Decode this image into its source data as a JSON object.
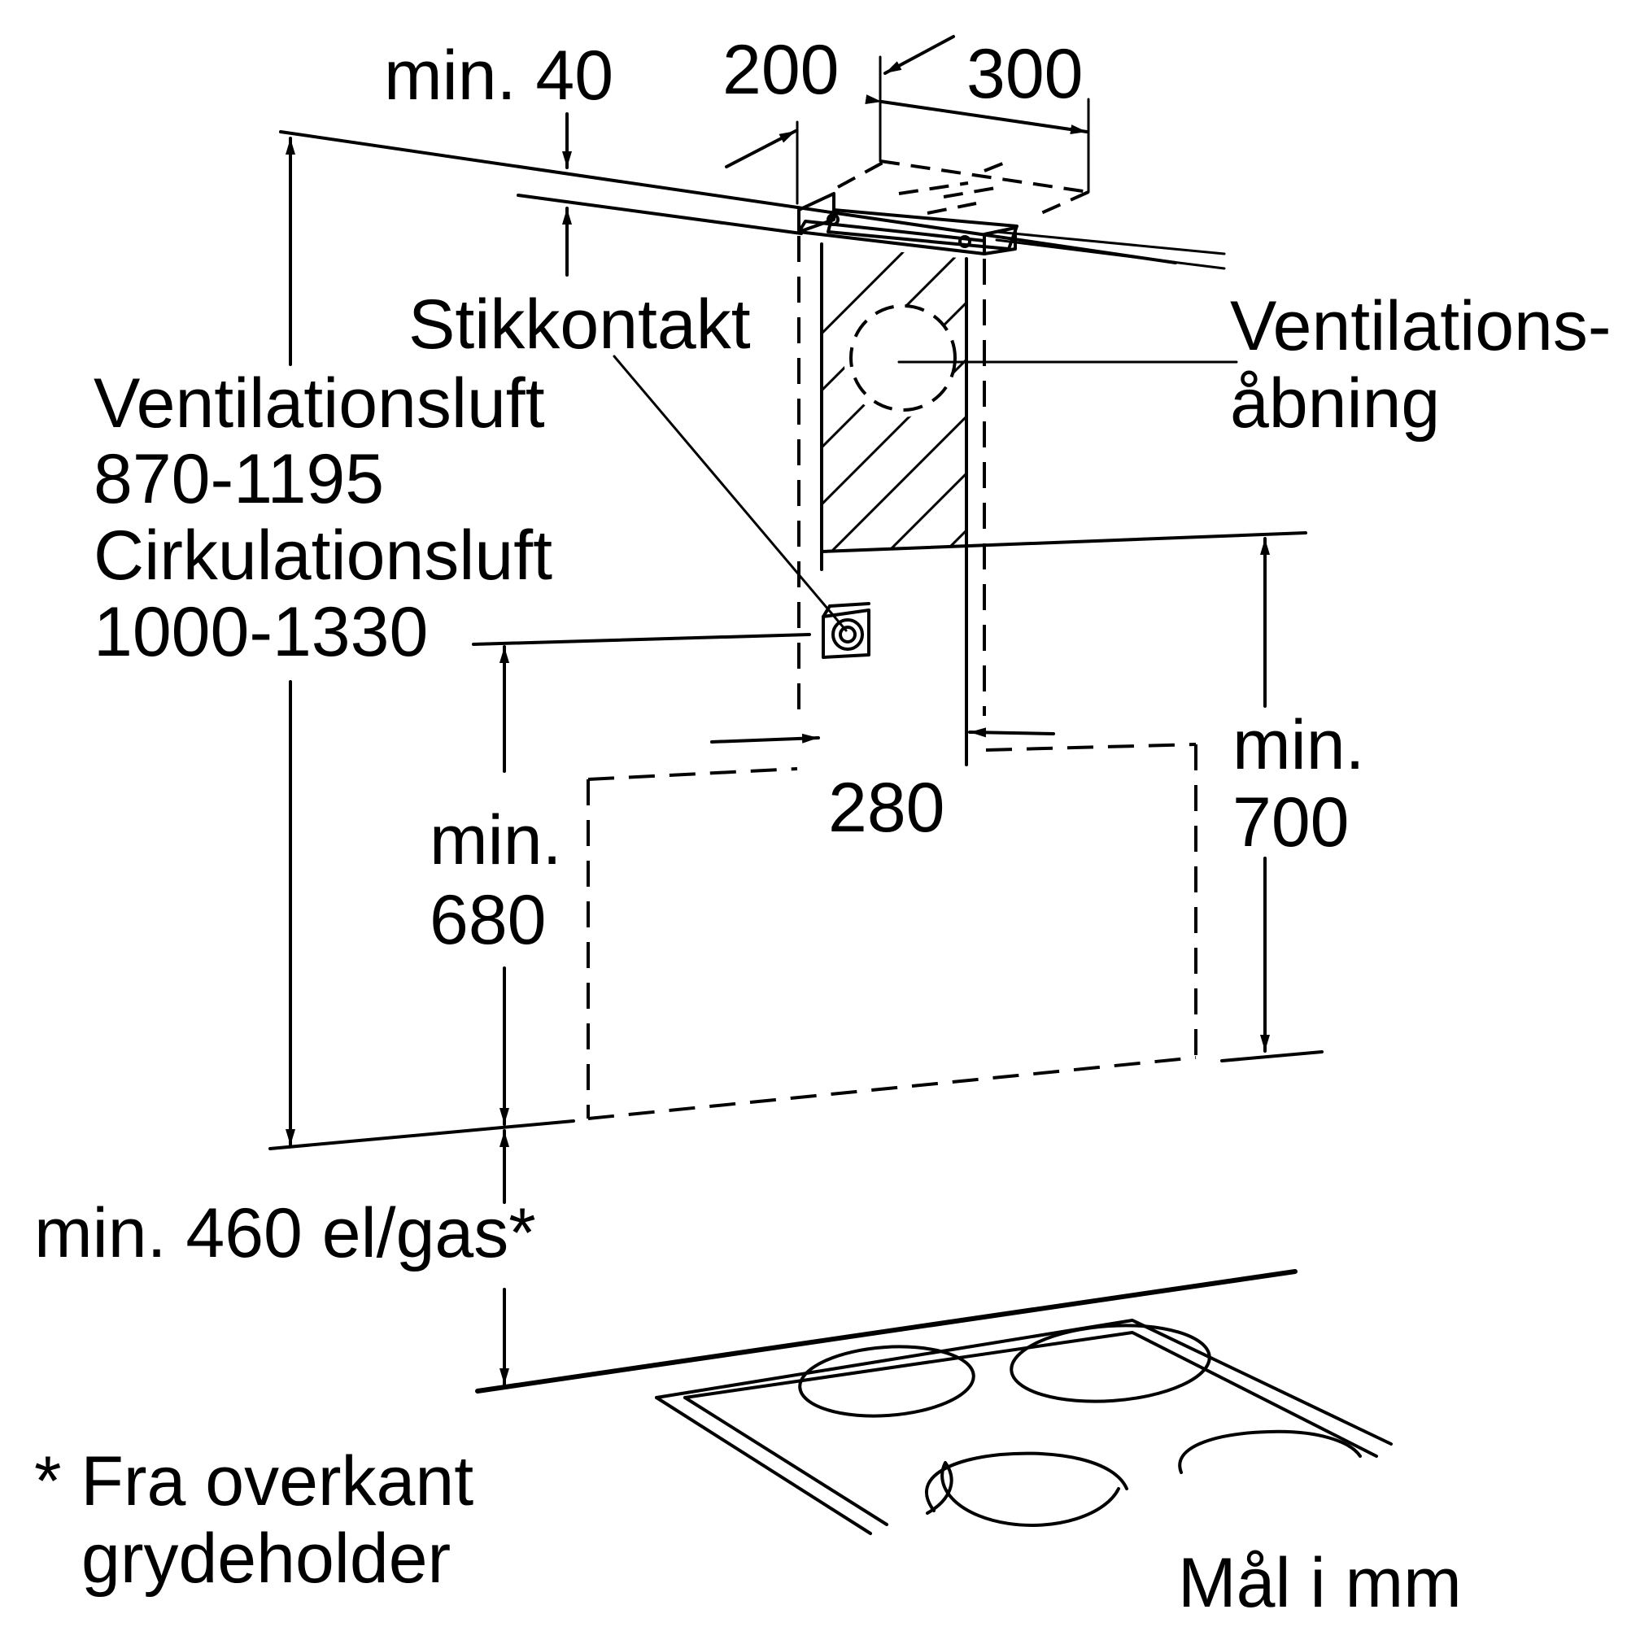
{
  "labels": {
    "min_40": "min. 40",
    "dim_200": "200",
    "dim_300": "300",
    "stikkontakt": "Stikkontakt",
    "ventilationsluft": "Ventilationsluft",
    "range_ventilation": "870-1195",
    "cirkulationsluft": "Cirkulationsluft",
    "range_cirkulation": "1000-1330",
    "ventilations_hyphen": "Ventilations-",
    "abning": "åbning",
    "dim_280": "280",
    "min_700_a": "min.",
    "min_700_b": "700",
    "min_680_a": "min.",
    "min_680_b": "680",
    "min_460": "min. 460 el/gas*",
    "footnote_1": "* Fra overkant",
    "footnote_2": "grydeholder",
    "units": "Mål i mm"
  }
}
